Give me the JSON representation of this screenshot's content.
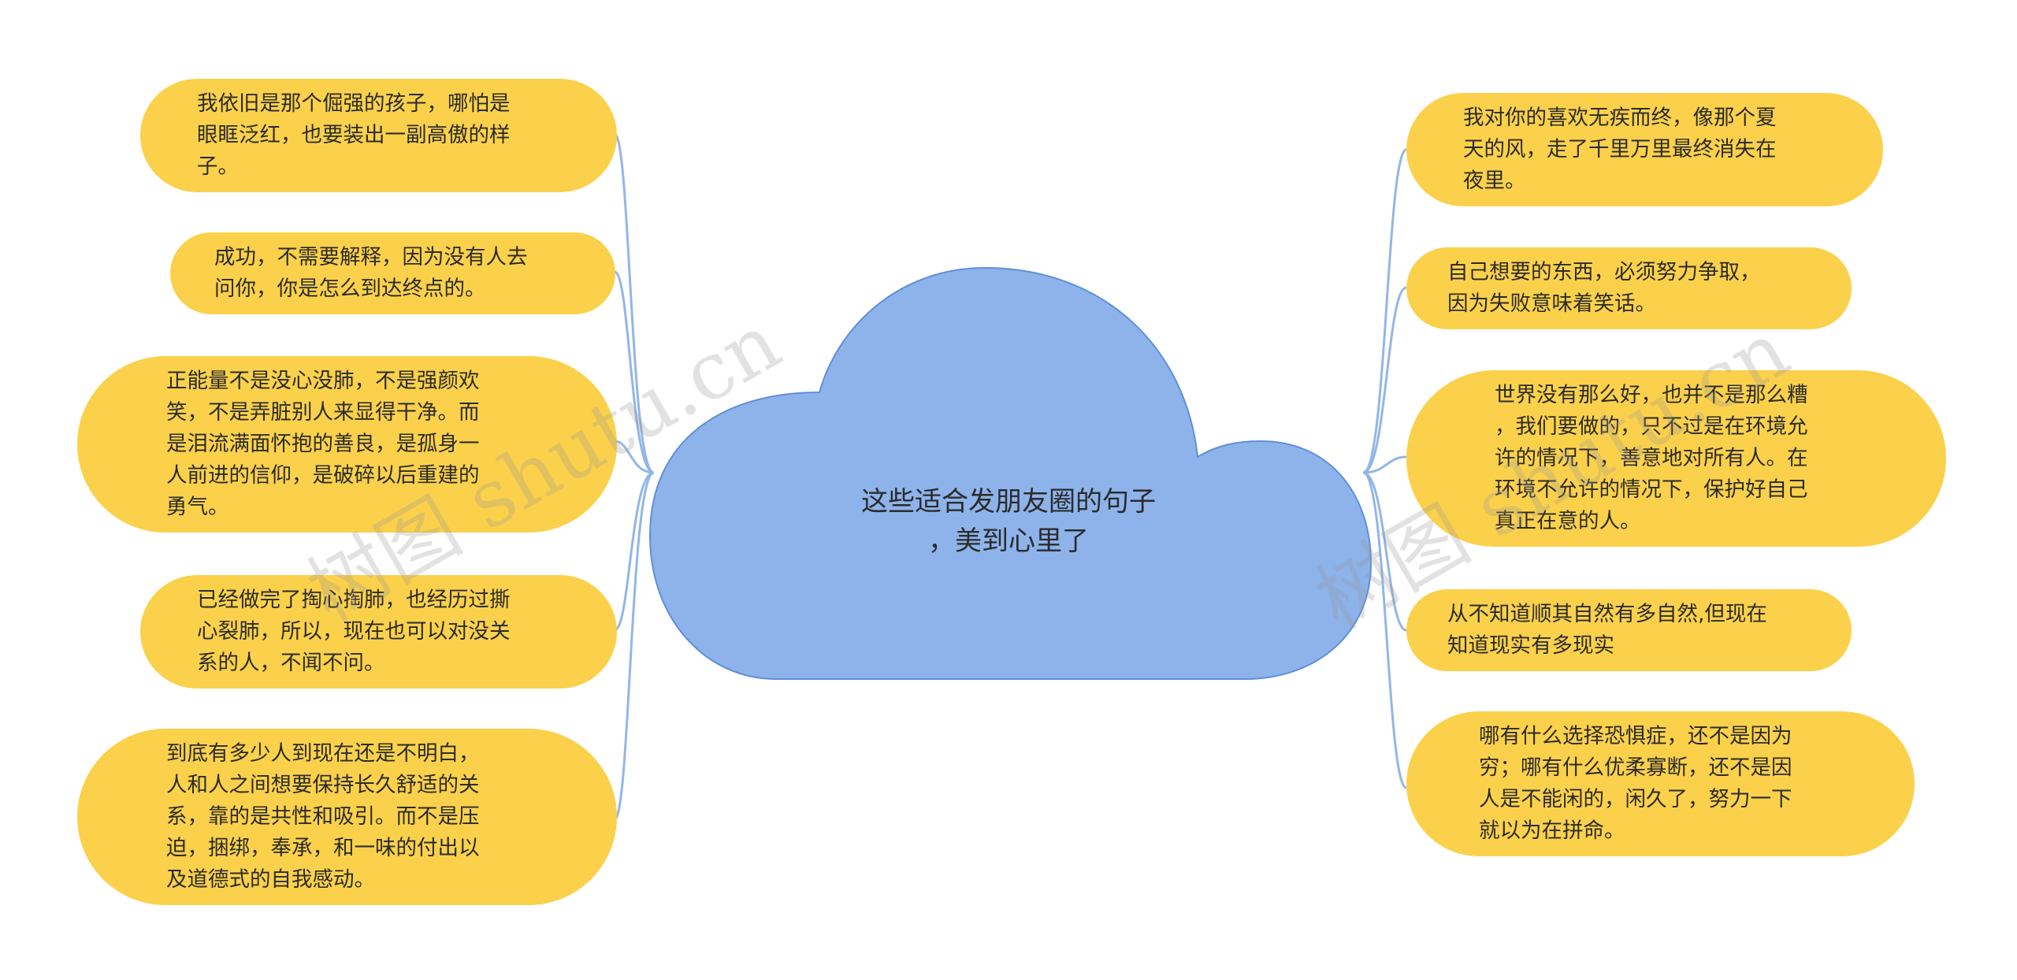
{
  "center": {
    "text": "这些适合发朋友圈的句子\n，美到心里了"
  },
  "left_nodes": [
    {
      "text": "我依旧是那个倔强的孩子，哪怕是\n眼眶泛红，也要装出一副高傲的样\n子。"
    },
    {
      "text": "成功，不需要解释，因为没有人去\n问你，你是怎么到达终点的。"
    },
    {
      "text": "正能量不是没心没肺，不是强颜欢\n笑，不是弄脏别人来显得干净。而\n是泪流满面怀抱的善良，是孤身一\n人前进的信仰，是破碎以后重建的\n勇气。"
    },
    {
      "text": "已经做完了掏心掏肺，也经历过撕\n心裂肺，所以，现在也可以对没关\n系的人，不闻不问。"
    },
    {
      "text": "到底有多少人到现在还是不明白，\n人和人之间想要保持长久舒适的关\n系，靠的是共性和吸引。而不是压\n迫，捆绑，奉承，和一味的付出以\n及道德式的自我感动。"
    }
  ],
  "right_nodes": [
    {
      "text": "我对你的喜欢无疾而终，像那个夏\n天的风，走了千里万里最终消失在\n夜里。"
    },
    {
      "text": "自己想要的东西，必须努力争取，\n因为失败意味着笑话。"
    },
    {
      "text": "世界没有那么好，也并不是那么糟\n，我们要做的，只不过是在环境允\n许的情况下，善意地对所有人。在\n环境不允许的情况下，保护好自己\n真正在意的人。"
    },
    {
      "text": "从不知道顺其自然有多自然,但现在\n知道现实有多现实"
    },
    {
      "text": "哪有什么选择恐惧症，还不是因为\n穷；哪有什么优柔寡断，还不是因\n人是不能闲的，闲久了，努力一下\n就以为在拼命。"
    }
  ],
  "watermarks": [
    "树图 shutu.cn",
    "树图 shutu.cn"
  ],
  "colors": {
    "node_fill": "#fbd14b",
    "cloud_fill": "#8db3ea",
    "cloud_stroke": "#5f8fd8",
    "connector": "#93b6e6"
  }
}
